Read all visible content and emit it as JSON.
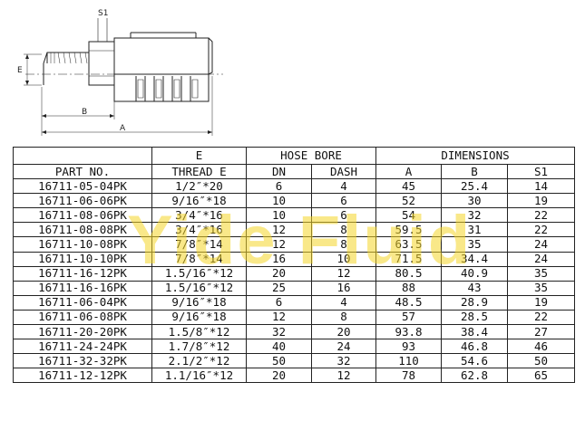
{
  "drawing": {
    "labels": {
      "s1": "S1",
      "e": "E",
      "b": "B",
      "a": "A"
    }
  },
  "watermark": "Yide Fluid",
  "table": {
    "group_headers": {
      "thread_group": "E",
      "hose_bore": "HOSE BORE",
      "dimensions": "DIMENSIONS"
    },
    "columns": [
      "PART NO.",
      "THREAD E",
      "DN",
      "DASH",
      "A",
      "B",
      "S1"
    ],
    "rows": [
      [
        "16711-05-04PK",
        "1/2″*20",
        "6",
        "4",
        "45",
        "25.4",
        "14"
      ],
      [
        "16711-06-06PK",
        "9/16″*18",
        "10",
        "6",
        "52",
        "30",
        "19"
      ],
      [
        "16711-08-06PK",
        "3/4″*16",
        "10",
        "6",
        "54",
        "32",
        "22"
      ],
      [
        "16711-08-08PK",
        "3/4″*16",
        "12",
        "8",
        "59.5",
        "31",
        "22"
      ],
      [
        "16711-10-08PK",
        "7/8″*14",
        "12",
        "8",
        "63.5",
        "35",
        "24"
      ],
      [
        "16711-10-10PK",
        "7/8″*14",
        "16",
        "10",
        "71.5",
        "34.4",
        "24"
      ],
      [
        "16711-16-12PK",
        "1.5/16″*12",
        "20",
        "12",
        "80.5",
        "40.9",
        "35"
      ],
      [
        "16711-16-16PK",
        "1.5/16″*12",
        "25",
        "16",
        "88",
        "43",
        "35"
      ],
      [
        "16711-06-04PK",
        "9/16″*18",
        "6",
        "4",
        "48.5",
        "28.9",
        "19"
      ],
      [
        "16711-06-08PK",
        "9/16″*18",
        "12",
        "8",
        "57",
        "28.5",
        "22"
      ],
      [
        "16711-20-20PK",
        "1.5/8″*12",
        "32",
        "20",
        "93.8",
        "38.4",
        "27"
      ],
      [
        "16711-24-24PK",
        "1.7/8″*12",
        "40",
        "24",
        "93",
        "46.8",
        "46"
      ],
      [
        "16711-32-32PK",
        "2.1/2″*12",
        "50",
        "32",
        "110",
        "54.6",
        "50"
      ],
      [
        "16711-12-12PK",
        "1.1/16″*12",
        "20",
        "12",
        "78",
        "62.8",
        "65"
      ]
    ]
  }
}
